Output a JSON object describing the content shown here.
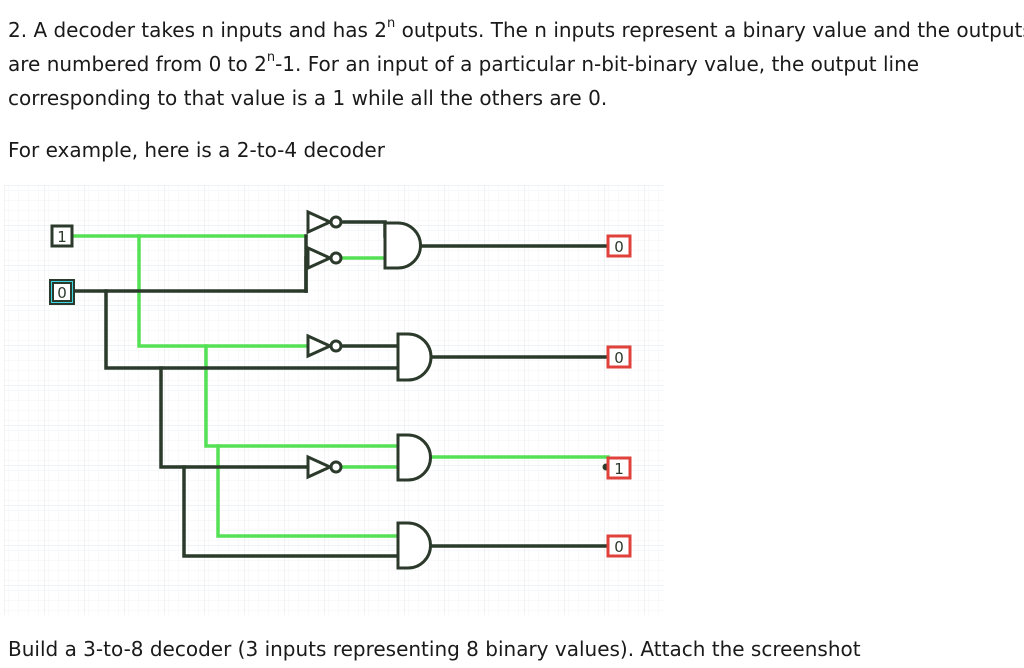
{
  "question": {
    "line1_a": "2.  A decoder takes n inputs and has 2",
    "line1_sup": "n",
    "line1_b": " outputs. The n inputs represent a binary value and the outputs",
    "line2_a": "are numbered from 0 to 2",
    "line2_sup": "n",
    "line2_b": "-1.  For an input of a particular n-bit-binary value, the output line",
    "line3": "corresponding to that value is a 1 while all the others are 0."
  },
  "example_text": "For example, here is a 2-to-4 decoder",
  "circuit": {
    "inputs": [
      {
        "label": "1",
        "state": "on"
      },
      {
        "label": "0",
        "state": "selected"
      }
    ],
    "outputs": [
      {
        "label": "0"
      },
      {
        "label": "0"
      },
      {
        "label": "1"
      },
      {
        "label": "0"
      }
    ],
    "colors": {
      "wire_on": "#55e155",
      "wire_off": "#2b3a2b",
      "output_border": "#e0413a",
      "input_selected_fill": "#3ad7e6",
      "grid": "#eef0f2"
    }
  },
  "footer_text": "Build a 3-to-8 decoder (3 inputs representing 8 binary values). Attach the screenshot"
}
